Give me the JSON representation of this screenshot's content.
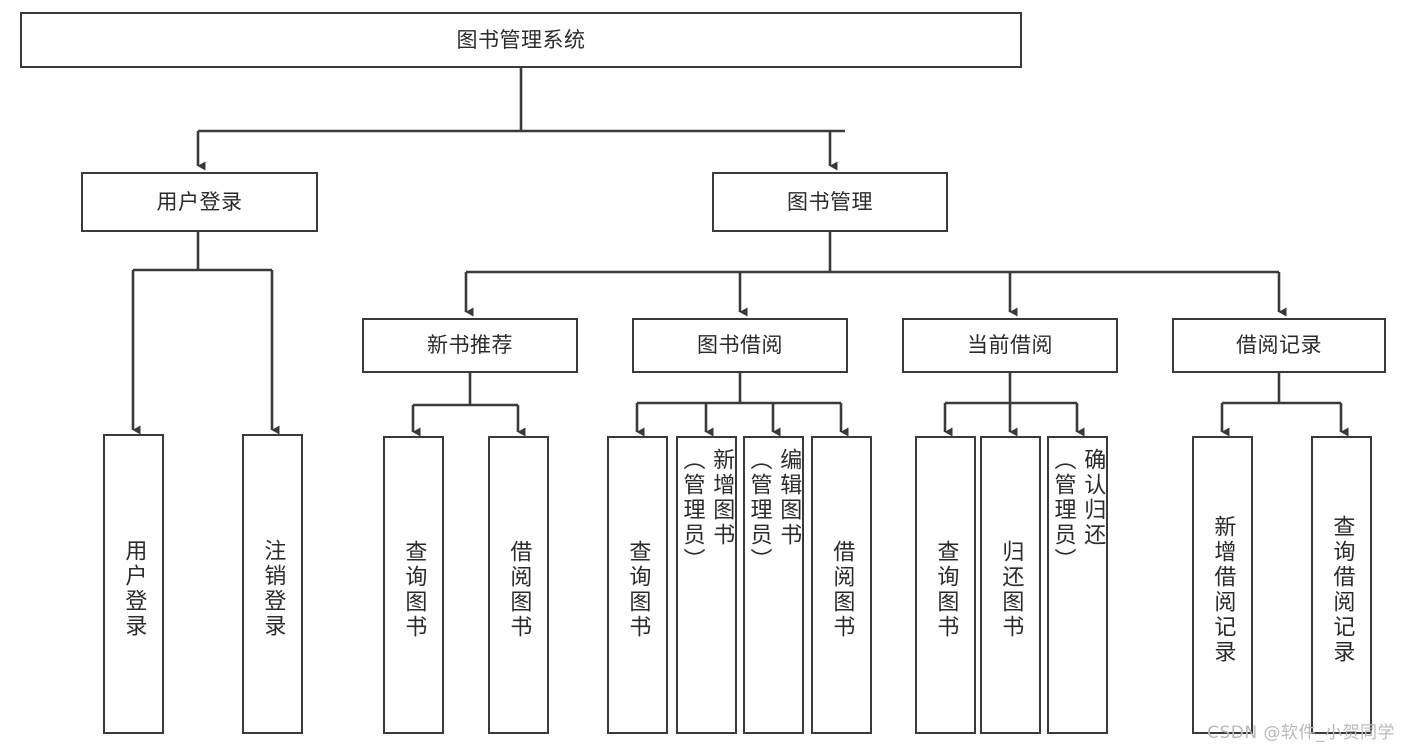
{
  "diagram": {
    "type": "tree-flowchart",
    "title": "图书管理系统",
    "root": {
      "label": "图书管理系统"
    },
    "level1": [
      {
        "label": "用户登录"
      },
      {
        "label": "图书管理"
      }
    ],
    "level2": [
      {
        "label": "新书推荐"
      },
      {
        "label": "图书借阅"
      },
      {
        "label": "当前借阅"
      },
      {
        "label": "借阅记录"
      }
    ],
    "leaves": {
      "user_login": [
        {
          "label": "用户登录"
        },
        {
          "label": "注销登录"
        }
      ],
      "new_book_recommend": [
        {
          "label": "查询图书"
        },
        {
          "label": "借阅图书"
        }
      ],
      "book_borrow": [
        {
          "label": "查询图书"
        },
        {
          "label": "新增图书\n（管理员）"
        },
        {
          "label": "编辑图书\n（管理员）"
        },
        {
          "label": "借阅图书"
        }
      ],
      "current_borrow": [
        {
          "label": "查询图书"
        },
        {
          "label": "归还图书"
        },
        {
          "label": "确认归还\n（管理员）"
        }
      ],
      "borrow_record": [
        {
          "label": "新增借阅记录"
        },
        {
          "label": "查询借阅记录"
        }
      ]
    }
  },
  "watermark": {
    "text": "CSDN @软件_小贺同学"
  },
  "colors": {
    "stroke": "#3a3a3a",
    "background": "#ffffff",
    "text": "#2b2b2b",
    "watermark": "#b9b9b9"
  }
}
